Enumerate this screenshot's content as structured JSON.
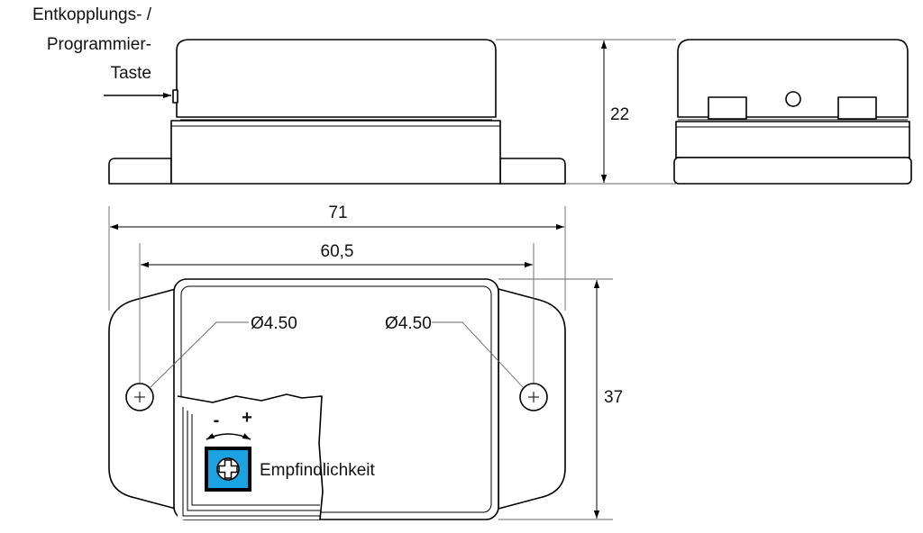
{
  "labels": {
    "button_line1": "Entkopplungs- /",
    "button_line2": "Programmier-",
    "button_line3": "Taste",
    "height_dim": "22",
    "length_dim": "71",
    "hole_spacing_dim": "60,5",
    "width_dim": "37",
    "hole_left": "Ø4.50",
    "hole_right": "Ø4.50",
    "minus": "-",
    "plus": "+",
    "sensitivity": "Empfindlichkeit"
  },
  "colors": {
    "potentiometer": "#1aa3e0",
    "line": "#000000",
    "leader": "#666666"
  },
  "icons": {
    "potentiometer": "cross-screw-icon",
    "arrow": "arrow-right-icon"
  }
}
